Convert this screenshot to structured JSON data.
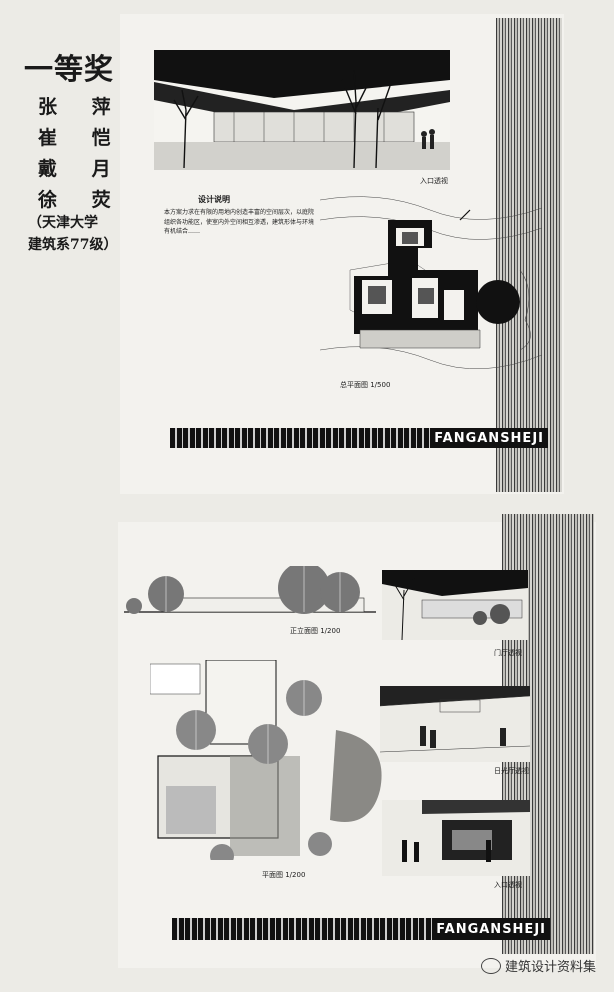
{
  "award": "一等奖",
  "authors": [
    "张 萍",
    "崔 恺",
    "戴 月",
    "徐 荧"
  ],
  "affiliation": [
    "（天津大学",
    "建筑系77级）"
  ],
  "board1": {
    "perspective_caption": "入口透视",
    "description_title": "设计说明",
    "description": "本方案力求在有限的用地内创造丰富的空间层次，以庭院组织各功能区，使室内外空间相互渗透，建筑形体与环境有机结合……",
    "plan_caption": "总平面图 1/500",
    "banner": "FANGANSHEJI"
  },
  "board2": {
    "elevation_caption": "正立面图 1/200",
    "persp1_caption": "门厅透视",
    "persp2_caption": "日光厅透视",
    "persp3_caption": "入口透视",
    "plan_caption": "平面图 1/200",
    "banner": "FANGANSHEJI"
  },
  "watermark": "建筑设计资料集"
}
